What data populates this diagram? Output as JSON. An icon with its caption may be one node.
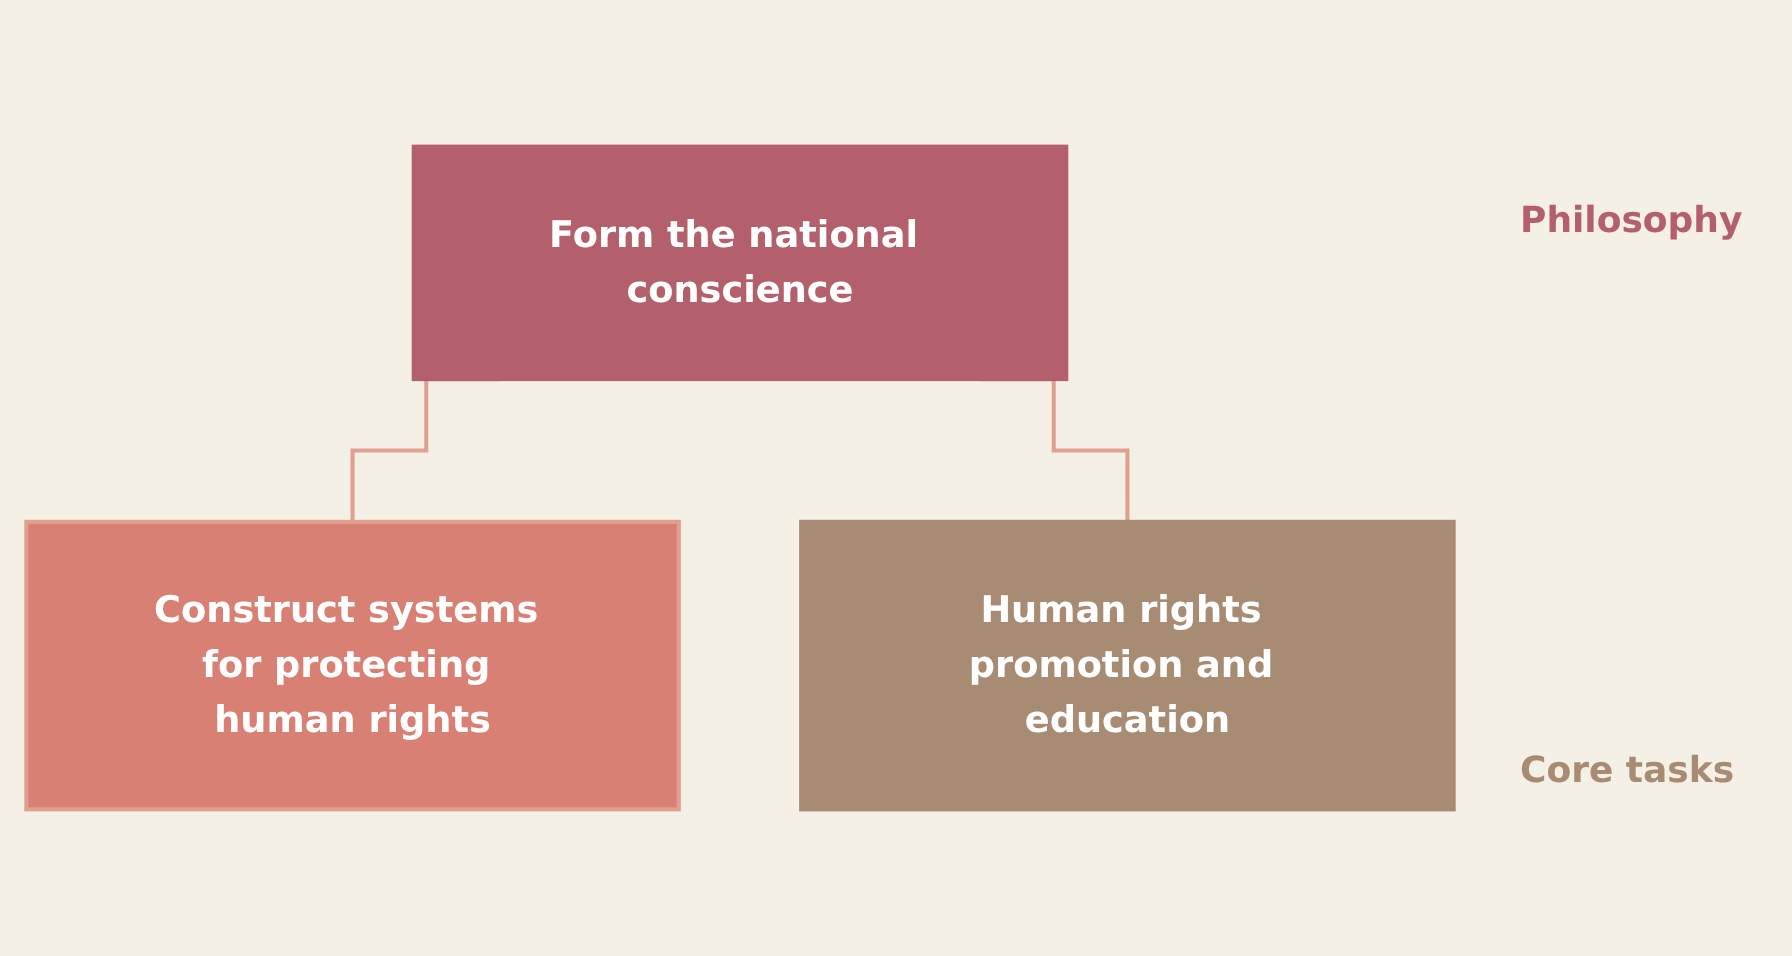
{
  "diagram": {
    "nodes": [
      {
        "text": [
          "Form the national conscience"
        ]
      },
      {
        "text": [
          "Construct systems for protecting human rights"
        ]
      },
      {
        "text": [
          "Human rights promotion and education"
        ]
      }
    ],
    "edges": [
      {
        "from": 0,
        "to": 1,
        "arrow": "none"
      },
      {
        "from": 0,
        "to": 2,
        "arrow": "none"
      }
    ],
    "labels": [
      "Philosophy",
      "Core tasks"
    ]
  }
}
